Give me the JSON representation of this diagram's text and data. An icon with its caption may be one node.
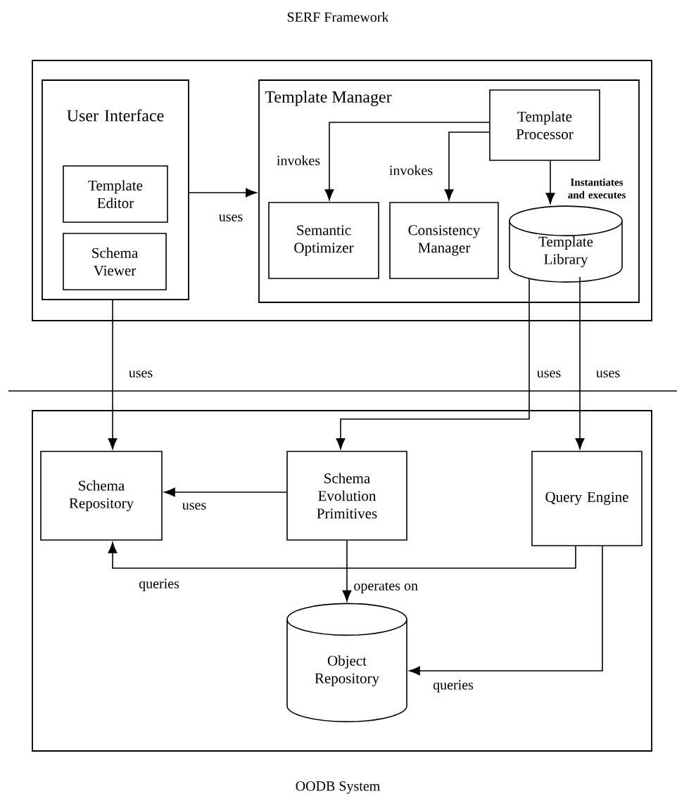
{
  "diagram": {
    "nodes": [
      {
        "text": [
          "SERF Framework"
        ]
      },
      {
        "text": [
          "User Interface"
        ],
        "in": 0
      },
      {
        "text": [
          "Template Editor"
        ],
        "in": 1
      },
      {
        "text": [
          "Schema Viewer"
        ],
        "in": 1
      },
      {
        "text": [
          "Template Manager"
        ],
        "in": 0
      },
      {
        "text": [
          "Template Processor"
        ],
        "in": 4
      },
      {
        "text": [
          "Semantic Optimizer"
        ],
        "in": 4
      },
      {
        "text": [
          "Consistency Manager"
        ],
        "in": 4
      },
      {
        "text": [
          "Template Library"
        ],
        "in": 4
      },
      {
        "text": [
          "OODB System"
        ]
      },
      {
        "text": [
          "Schema Repository"
        ],
        "in": 9
      },
      {
        "text": [
          "Schema Evolution Primitives"
        ],
        "in": 9
      },
      {
        "text": [
          "Query Engine"
        ],
        "in": 9
      },
      {
        "text": [
          "Object Repository"
        ],
        "in": 9
      }
    ],
    "edges": [
      {
        "from": 1,
        "to": 4,
        "arrow": "to",
        "label": "uses"
      },
      {
        "from": 5,
        "to": 6,
        "arrow": "to",
        "label": "invokes"
      },
      {
        "from": 5,
        "to": 7,
        "arrow": "to",
        "label": "invokes"
      },
      {
        "from": 5,
        "to": 8,
        "arrow": "to",
        "label": "Instantiates and executes"
      },
      {
        "from": 1,
        "to": 10,
        "arrow": "to",
        "label": "uses"
      },
      {
        "from": 8,
        "to": 11,
        "arrow": "to",
        "label": "uses"
      },
      {
        "from": 8,
        "to": 12,
        "arrow": "to",
        "label": "uses"
      },
      {
        "from": 11,
        "to": 10,
        "arrow": "to",
        "label": "uses"
      },
      {
        "from": 12,
        "to": 10,
        "arrow": "to",
        "label": "queries"
      },
      {
        "from": 11,
        "to": 13,
        "arrow": "to",
        "label": "operates on"
      },
      {
        "from": 12,
        "to": 13,
        "arrow": "to",
        "label": "queries"
      }
    ]
  }
}
